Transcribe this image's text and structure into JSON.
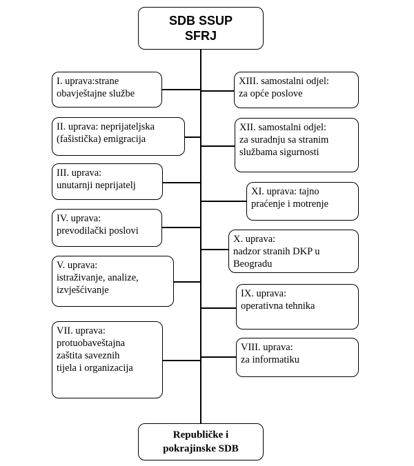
{
  "top": {
    "label": "SDB SSUP\nSFRJ"
  },
  "bottom": {
    "label": "Republičke i\npokrajinske SDB"
  },
  "left_units": [
    {
      "label": "I. uprava:strane\nobavještajne službe"
    },
    {
      "label": "II. uprava: neprijateljska\n(fašistička)  emigracija"
    },
    {
      "label": "III. uprava:\nunutarnji neprijatelj"
    },
    {
      "label": "IV. uprava:\nprevodilački poslovi"
    },
    {
      "label": "V. uprava:\nistraživanje,  analize,\nizvješćivanje"
    },
    {
      "label": "VII. uprava:\nprotuobaveštajna\nzaštita saveznih\ntijela i organizacija"
    }
  ],
  "right_units": [
    {
      "label": "XIII. samostalni odjel:\nza opće poslove"
    },
    {
      "label": "XII. samostalni odjel:\nza suradnju sa stranim\nslužbama sigurnosti"
    },
    {
      "label": "XI. uprava: tajno\npraćenje  i motrenje"
    },
    {
      "label": "X. uprava:\nnadzor stranih DKP u\nBeogradu"
    },
    {
      "label": "IX. uprava:\noperativna tehnika"
    },
    {
      "label": "VIII. uprava:\nza informatiku"
    }
  ]
}
